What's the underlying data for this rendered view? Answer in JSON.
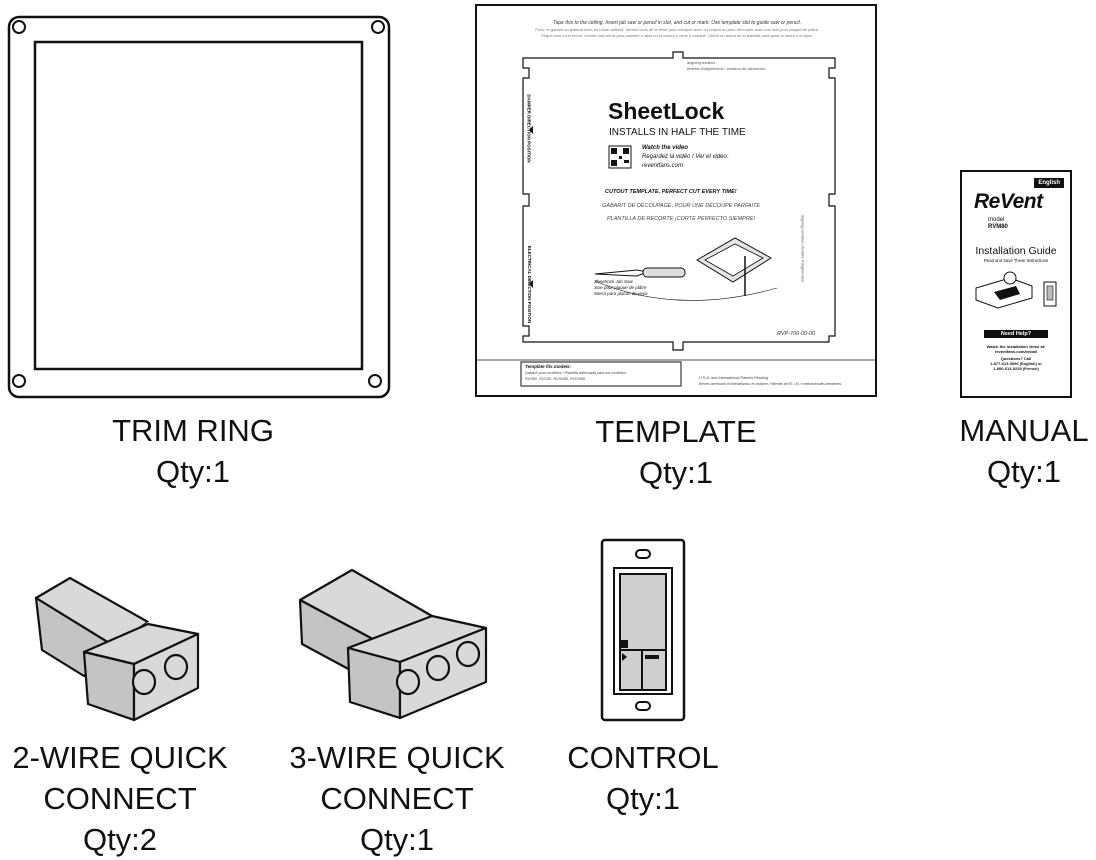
{
  "items": [
    {
      "name_lines": [
        "TRIM RING"
      ],
      "qty": "Qty:1"
    },
    {
      "name_lines": [
        "TEMPLATE"
      ],
      "qty": "Qty:1"
    },
    {
      "name_lines": [
        "MANUAL"
      ],
      "qty": "Qty:1"
    },
    {
      "name_lines": [
        "2-WIRE QUICK",
        "CONNECT"
      ],
      "qty": "Qty:2"
    },
    {
      "name_lines": [
        "3-WIRE QUICK",
        "CONNECT"
      ],
      "qty": "Qty:1"
    },
    {
      "name_lines": [
        "CONTROL"
      ],
      "qty": "Qty:1"
    }
  ],
  "template_sheet": {
    "top_instruction": "Tape this to the ceiling. Insert jab saw or pencil in slot, and cut or mark. Use template slot to guide saw or pencil.",
    "top_instruction_fr": "Fixez ce gabarit au plafond avec du ruban adhésif. Servez-vous de la fente pour marquer avec un crayon ou pour découper avec une scie pour plaque de plâtre.",
    "top_instruction_es": "Pegue esto en el techo. Inserte una sierra para paneles o lápiz en la ranura y corte o marque. Utilice la ranura de la plantilla para guiar la sierra o el lápiz.",
    "aligning_window": "aligning window",
    "aligning_window_alt": "fenêtre d'alignement / ventana de alineación",
    "brand": "SheetLock",
    "tagline": "INSTALLS IN HALF THE TIME",
    "watch_title": "Watch the video",
    "watch_sub": "Regardez la vidéo / Ver el video:",
    "watch_url": "reventfans.com",
    "cutout_en": "CUTOUT TEMPLATE, PERFECT CUT EVERY TIME!",
    "cutout_fr": "GABARIT DE DÉCOUPAGE, POUR UNE DÉCOUPE PARFAITE",
    "cutout_es": "PLANTILLA DE RECORTE ¡CORTE PERFECTO SIEMPRE!",
    "damper_side": "DAMPER DIRECTION POSITION",
    "electrical_side": "ELECTRICAL DIRECTION POSITION",
    "right_side": "aligning window / fenêtre d'alignement",
    "saw_caption_1": "Sheetrock Jab Saw",
    "saw_caption_2": "Scie pour plaque de plâtre",
    "saw_caption_3": "Sierra para placas de yeso",
    "part_number": "RVP-700-00-00",
    "fits_title": "Template fits models:",
    "fits_line1": "Gabarit pour modèles / Plantilla adecuada para los modelos:",
    "fits_line2": "RVS80, RVC80, RVSN80, RVCN80",
    "patent_1": "U.S.A. and International Patents Pending",
    "patent_2": "Brevets américains et internationaux en instance / Patentes de EE. UU. e internacionales pendientes"
  },
  "manual_cover": {
    "language": "English",
    "brand": "ReVent",
    "model_label": "model",
    "model": "RVM80",
    "title": "Installation Guide",
    "subtitle": "Read and Save These Instructions",
    "help": "Need Help?",
    "video_line_1": "Watch the installation video at:",
    "video_line_2": "reventfans.com/install",
    "questions": "Questions? Call",
    "phone_1": "1-877-613-9696 (English) or",
    "phone_2": "1-800-613-9235 (French)"
  },
  "colors": {
    "ink": "#111111",
    "box_gray": "#d9d9d9",
    "box_side": "#c2c2c2",
    "control_gray": "#cfcfcf"
  }
}
